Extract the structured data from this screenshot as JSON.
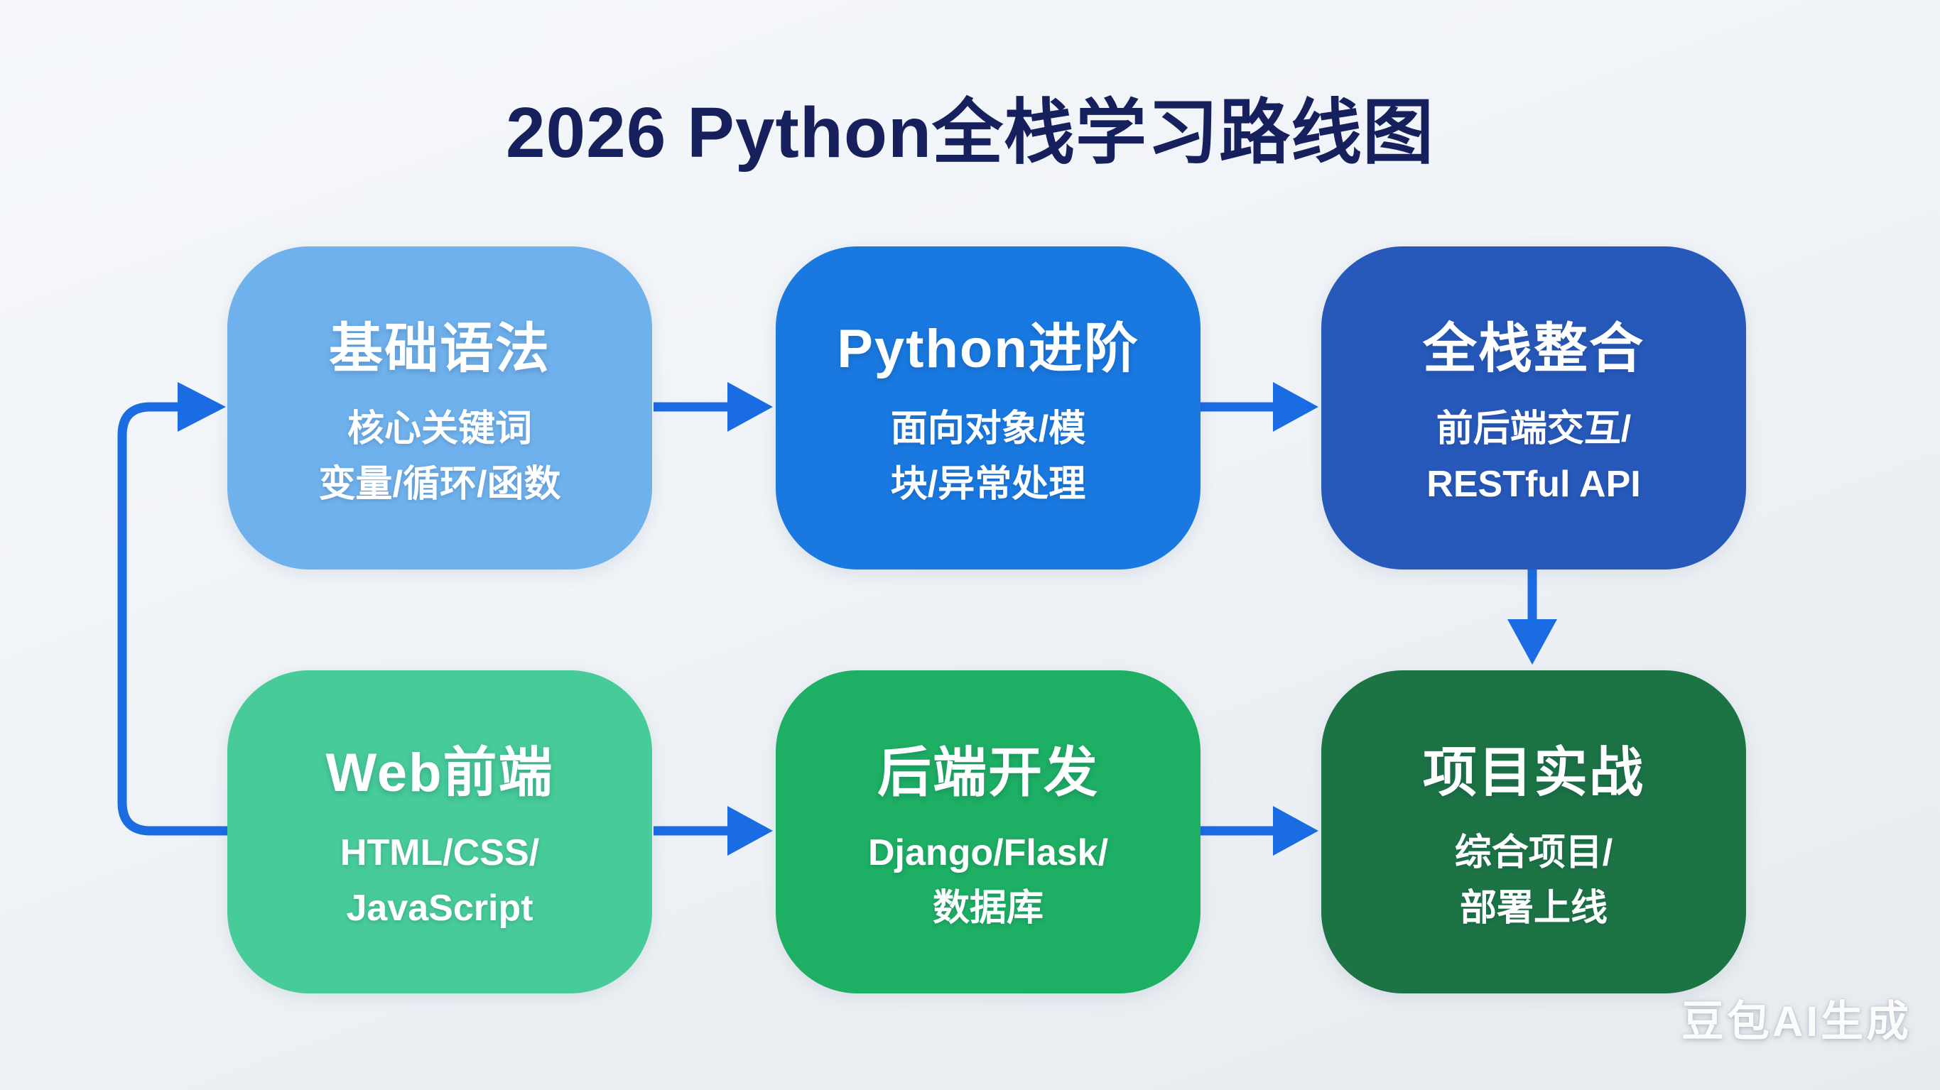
{
  "title": "2026 Python全栈学习路线图",
  "watermark": "豆包AI生成",
  "colors": {
    "arrow": "#1b6ce2",
    "title-color": "#16205c",
    "bg-top": "#f6f8fb",
    "bg-bottom": "#e7ebef"
  },
  "nodes": [
    {
      "id": "basic-syntax",
      "title": "基础语法",
      "subtitle_line1": "核心关键词",
      "subtitle_line2": "变量/循环/函数",
      "color": "#6fb1ec"
    },
    {
      "id": "python-advanced",
      "title": "Python进阶",
      "subtitle_line1": "面向对象/模",
      "subtitle_line2": "块/异常处理",
      "color": "#1979e0"
    },
    {
      "id": "fullstack-integration",
      "title": "全栈整合",
      "subtitle_line1": "前后端交互/",
      "subtitle_line2": "RESTful API",
      "color": "#2759ba"
    },
    {
      "id": "web-frontend",
      "title": "Web前端",
      "subtitle_line1": "HTML/CSS/",
      "subtitle_line2": "JavaScript",
      "color": "#47cb98"
    },
    {
      "id": "backend-dev",
      "title": "后端开发",
      "subtitle_line1": "Django/Flask/",
      "subtitle_line2": "数据库",
      "color": "#1daf63"
    },
    {
      "id": "project-practice",
      "title": "项目实战",
      "subtitle_line1": "综合项目/",
      "subtitle_line2": "部署上线",
      "color": "#1c7445"
    }
  ]
}
